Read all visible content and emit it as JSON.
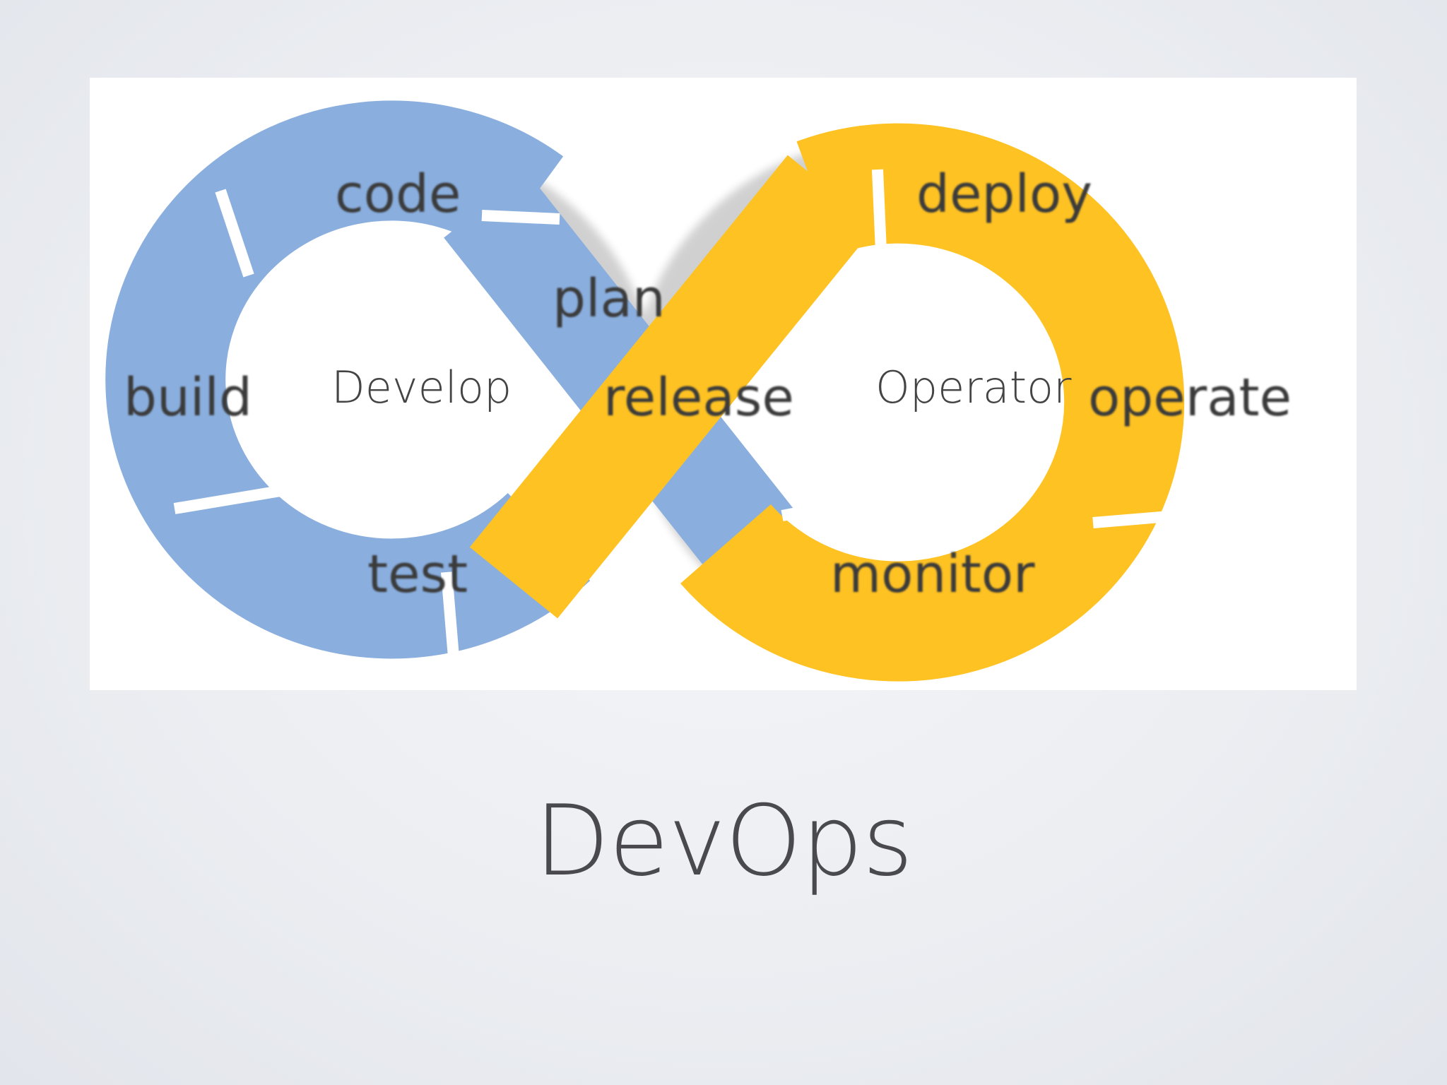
{
  "slide": {
    "title": "DevOps"
  },
  "diagram": {
    "colors": {
      "develop_loop": "#8aafdf",
      "operate_loop": "#fec223",
      "label_text": "#3a3a3a",
      "panel": "#ffffff"
    },
    "stages": {
      "code": "code",
      "plan": "plan",
      "build": "build",
      "release": "release",
      "test": "test",
      "deploy": "deploy",
      "operate": "operate",
      "monitor": "monitor"
    },
    "loops": {
      "left": "Develop",
      "right": "Operator"
    }
  }
}
